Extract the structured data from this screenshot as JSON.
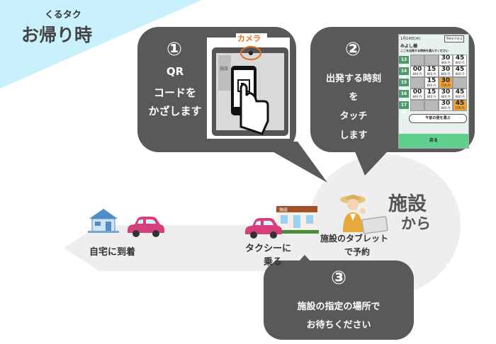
{
  "banner": {
    "subtitle": "くるタク",
    "title": "お帰り時",
    "bg_color": "#c9f1fb"
  },
  "step1": {
    "number": "①",
    "lines": [
      "QR",
      "コードを",
      "かざします"
    ],
    "camera_label": "カメラ",
    "tablet_side_label": "施設"
  },
  "step2": {
    "number": "②",
    "lines": [
      "出発する時刻",
      "を",
      "タッチ",
      "します"
    ],
    "screen": {
      "date": "1月14日(木)",
      "cancel_button": "予約をやめる",
      "user_name": "みよし様",
      "instruction": "ここを出発する時刻を選んでください",
      "prev_button": "午前の便を選ぶ",
      "back_button": "戻る",
      "rows": [
        {
          "hour": "13時",
          "cells": [
            {
              "t": "",
              "p": "",
              "s": "gray"
            },
            {
              "t": "",
              "p": "",
              "s": "gray"
            },
            {
              "t": "30",
              "p": "840 円",
              "s": "white"
            },
            {
              "t": "45",
              "p": "840 円",
              "s": "white"
            }
          ]
        },
        {
          "hour": "14時",
          "cells": [
            {
              "t": "00",
              "p": "840 円",
              "s": "white"
            },
            {
              "t": "15",
              "p": "840 円",
              "s": "white"
            },
            {
              "t": "30",
              "p": "840 円",
              "s": "white"
            },
            {
              "t": "45",
              "p": "840 円",
              "s": "white"
            }
          ]
        },
        {
          "hour": "15時",
          "cells": [
            {
              "t": "",
              "p": "",
              "s": "gray"
            },
            {
              "t": "15",
              "p": "840 円",
              "s": "white"
            },
            {
              "t": "30",
              "p": "720 円",
              "s": "orange"
            },
            {
              "t": "",
              "p": "",
              "s": "gray"
            }
          ]
        },
        {
          "hour": "16時",
          "cells": [
            {
              "t": "00",
              "p": "840 円",
              "s": "white"
            },
            {
              "t": "15",
              "p": "840 円",
              "s": "white"
            },
            {
              "t": "30",
              "p": "840 円",
              "s": "white"
            },
            {
              "t": "45",
              "p": "840 円",
              "s": "white"
            }
          ]
        },
        {
          "hour": "17時",
          "cells": [
            {
              "t": "",
              "p": "",
              "s": "gray"
            },
            {
              "t": "",
              "p": "",
              "s": "gray"
            },
            {
              "t": "30",
              "p": "840 円",
              "s": "white"
            },
            {
              "t": "45",
              "p": "720 円",
              "s": "orange"
            }
          ]
        }
      ]
    }
  },
  "step3": {
    "number": "③",
    "lines": [
      "施設の指定の場所で",
      "お待ちください"
    ]
  },
  "facility": {
    "title_line1": "施設",
    "title_line2": "から",
    "caption_line1": "施設のタブレット",
    "caption_line2": "で予約",
    "shop_sign": "施設"
  },
  "route": {
    "home_label": "自宅に到着",
    "taxi_label_line1": "タクシーに",
    "taxi_label_line2": "乗る"
  }
}
